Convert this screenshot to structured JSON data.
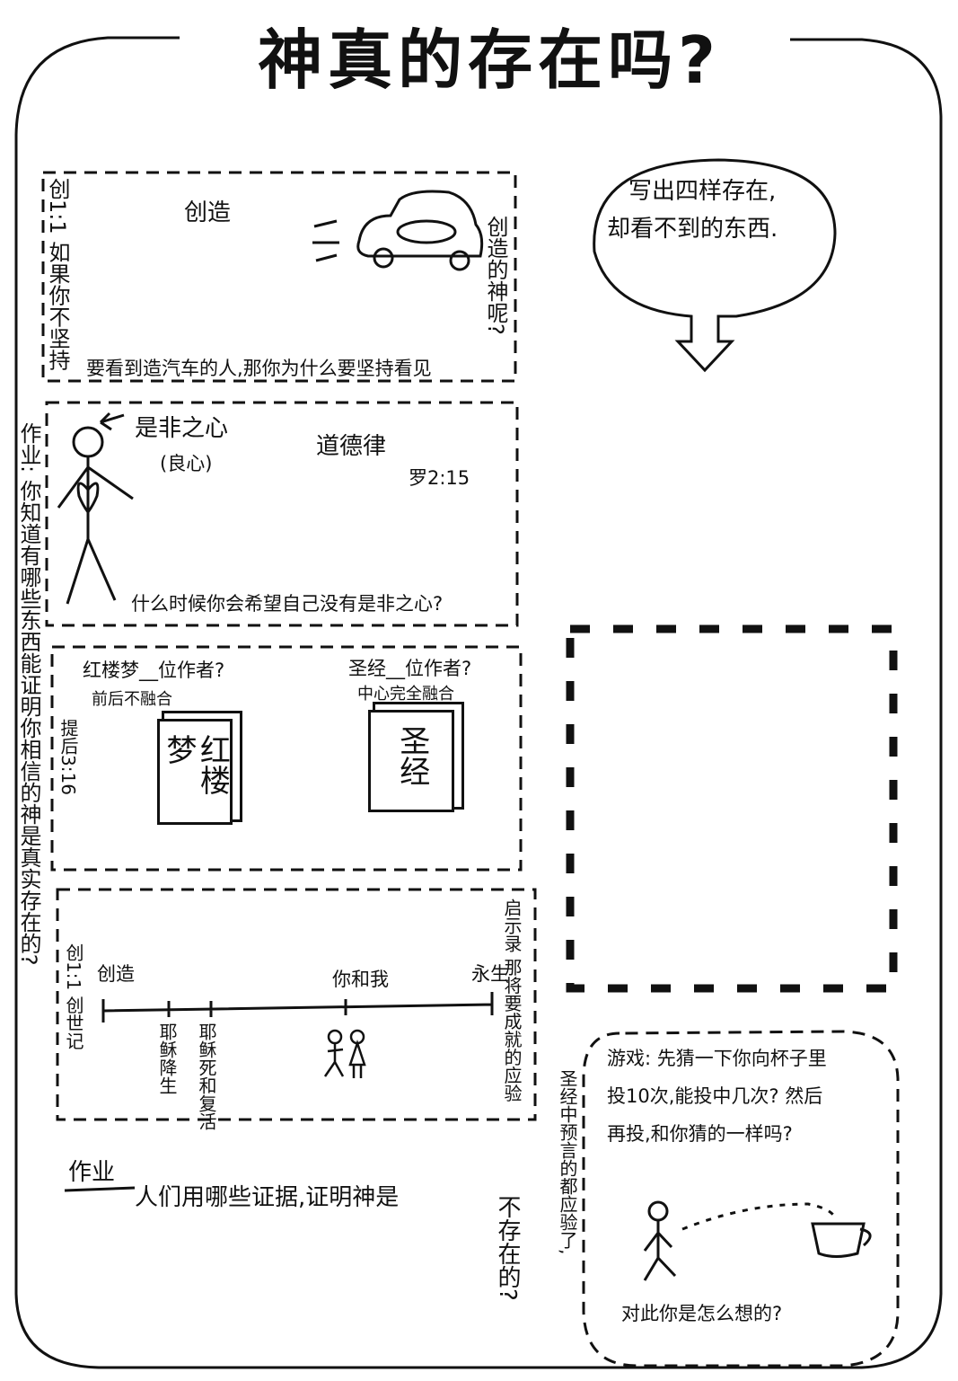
{
  "title": "神真的存在吗?",
  "creation": {
    "heading": "创造",
    "left_vertical": "创1:1 如果你不坚持",
    "bottom_text": "要看到造汽车的人,那你为什么要坚持看见",
    "right_vertical": "创造的神呢?"
  },
  "moral": {
    "heading": "道德律",
    "conscience": "是非之心",
    "conscience_sub": "(良心)",
    "reference": "罗2:15",
    "question": "什么时候你会希望自己没有是非之心?"
  },
  "books": {
    "left_question": "红楼梦__位作者?",
    "left_note": "前后不融合",
    "left_book": "红楼梦",
    "right_question": "圣经__位作者?",
    "right_note": "中心完全融合",
    "right_book": "圣经",
    "side_ref": "提后3:16"
  },
  "timeline": {
    "left_vertical": "创1:1 创世记",
    "start": "创造",
    "birth": "耶稣降生",
    "death": "耶稣死和复活",
    "you_me": "你和我",
    "end": "永生",
    "right_vertical": "启示录 那将要成就的应验"
  },
  "side_homework": "作业: 你知道有哪些东西能证明你相信的神是真实存在的?",
  "homework": {
    "label": "作业",
    "line1": "人们用哪些证据,证明神是",
    "line2": "不存在的?"
  },
  "bubble": {
    "line1": "写出四样存在,",
    "line2": "却看不到的东西."
  },
  "game": {
    "line1": "游戏: 先猜一下你向杯子里",
    "line2": "投10次,能投中几次? 然后",
    "line3": "再投,和你猜的一样吗?",
    "left_vertical": "圣经中预言的都应验了,",
    "bottom": "对此你是怎么想的?"
  }
}
